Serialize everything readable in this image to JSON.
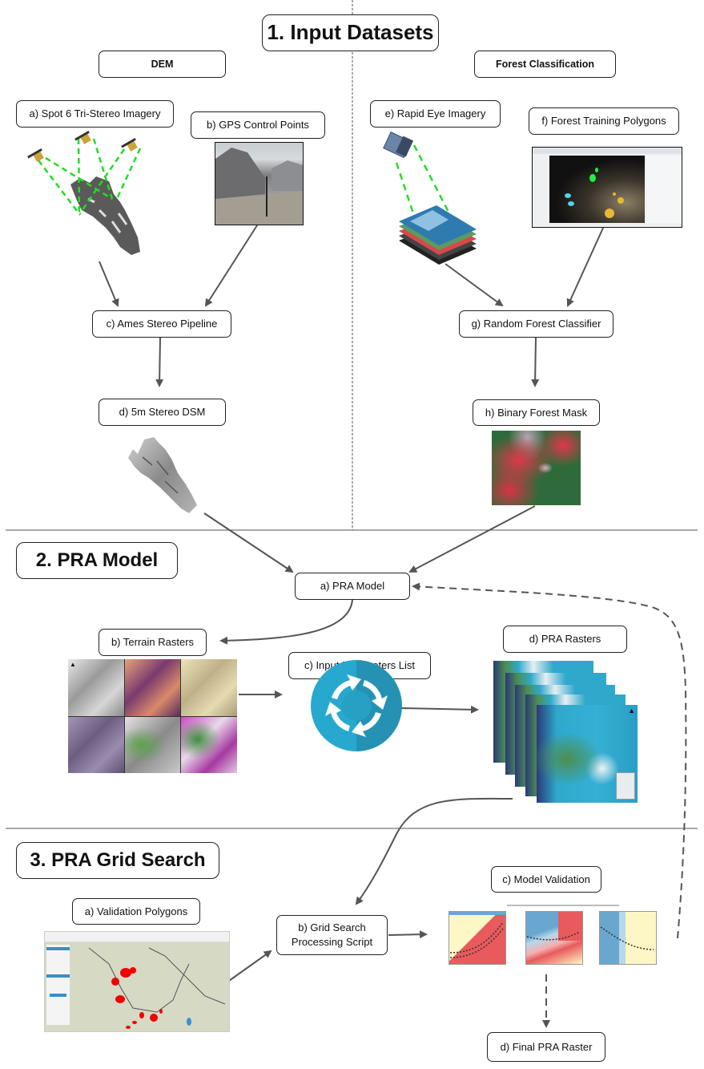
{
  "sections": {
    "input_datasets": "1. Input Datasets",
    "pra_model": "2. PRA Model",
    "pra_grid_search": "3. PRA Grid Search"
  },
  "groups": {
    "dem": "DEM",
    "forest_classification": "Forest Classification"
  },
  "nodes": {
    "spot6": "a)  Spot 6 Tri-Stereo Imagery",
    "gps": "b)  GPS Control Points",
    "ames": "c)  Ames Stereo Pipeline",
    "dsm": "d)  5m Stereo DSM",
    "rapideye": "e) Rapid Eye Imagery",
    "training": "f) Forest Training Polygons",
    "rf": "g) Random Forest Classifier",
    "mask": "h) Binary Forest Mask",
    "pra_model": "a)  PRA Model",
    "terrain": "b) Terrain Rasters",
    "params": "c) Input Parameters List",
    "pra_rasters": "d) PRA Rasters",
    "validation_polygons": "a) Validation Polygons",
    "grid_search_line1": "b) Grid Search",
    "grid_search_line2": "Processing Script",
    "model_validation": "c) Model Validation",
    "final_raster": "d) Final PRA Raster"
  },
  "icons": {
    "satellite": "satellite-icon",
    "cycle": "cycle-arrows-icon",
    "north_arrow": "north-arrow-icon"
  },
  "colors": {
    "arrow": "#555555",
    "sight_line": "#22dd22",
    "cycle_icon_light": "#27a9cf",
    "cycle_icon_dark": "#2592b3",
    "forest_green": "#2f6b3a",
    "forest_red": "#e0374a",
    "validation_red": "#f00000"
  }
}
